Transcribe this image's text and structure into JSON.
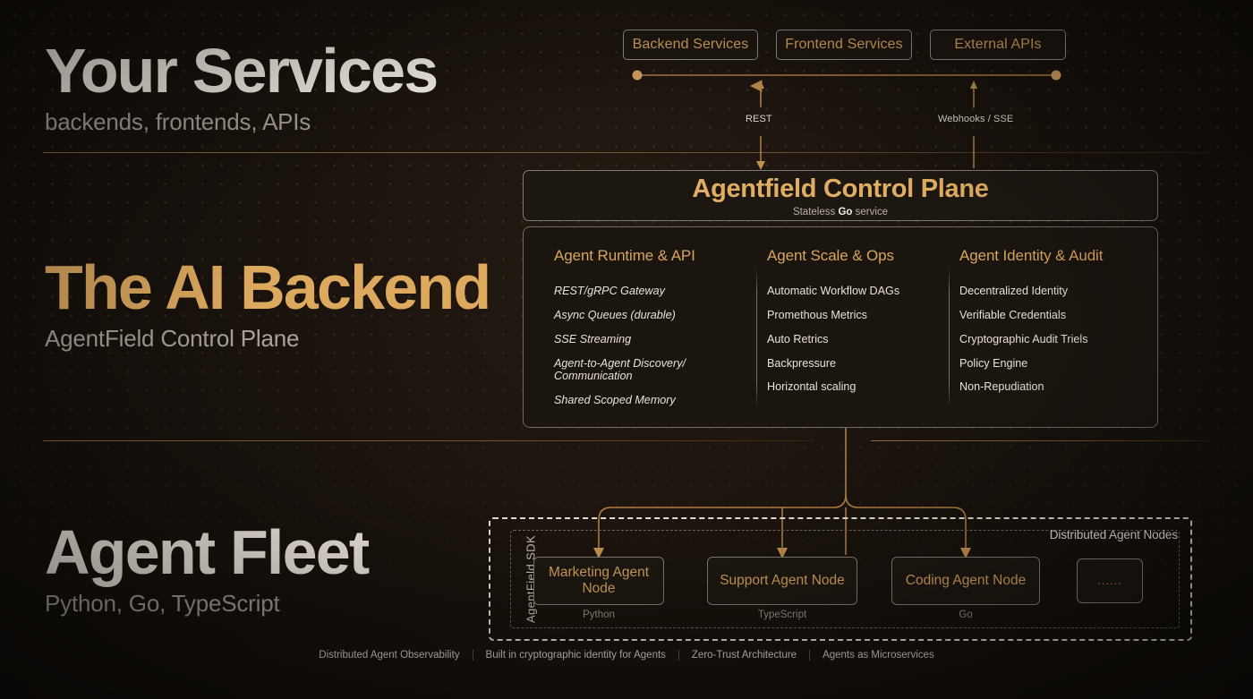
{
  "theme": {
    "bg": "#18120d",
    "gold": "#d8a45f",
    "gold_bright": "#dda95f",
    "cream": "#f5efe6",
    "muted": "#a9a29a",
    "wire": "#c08f52"
  },
  "sections": [
    {
      "title": "Your Services",
      "subtitle": "backends, frontends, APIs"
    },
    {
      "title": "The AI Backend",
      "subtitle": "AgentField Control Plane"
    },
    {
      "title": "Agent Fleet",
      "subtitle": "Python, Go, TypeScript"
    }
  ],
  "service_chips": [
    {
      "label": "Backend Services"
    },
    {
      "label": "Frontend Services"
    },
    {
      "label": "External APIs"
    }
  ],
  "connector_labels": {
    "rest": "REST",
    "webhooks": "Webhooks / SSE"
  },
  "control_plane": {
    "title": "Agentfield Control Plane",
    "note_prefix": "Stateless ",
    "note_strong": "Go",
    "note_suffix": " service",
    "columns": [
      {
        "heading": "Agent Runtime & API",
        "items": [
          "REST/gRPC Gateway",
          "Async Queues (durable)",
          "SSE Streaming",
          "Agent-to-Agent Discovery/ Communication",
          "Shared Scoped Memory"
        ]
      },
      {
        "heading": "Agent Scale & Ops",
        "items": [
          "Automatic Workflow DAGs",
          "Promethous Metrics",
          "Auto Retrics",
          "Backpressure",
          "Horizontal scaling"
        ]
      },
      {
        "heading": "Agent Identity & Audit",
        "items": [
          "Decentralized Identity",
          "Verifiable Credentials",
          "Cryptographic Audit Triels",
          "Policy Engine",
          "Non-Repudiation"
        ]
      }
    ]
  },
  "fleet": {
    "sdk_label": "AgentField SDK",
    "group_label": "Distributed Agent Nodes",
    "nodes": [
      {
        "label": "Marketing Agent Node",
        "lang": "Python"
      },
      {
        "label": "Support Agent Node",
        "lang": "TypeScript"
      },
      {
        "label": "Coding Agent Node",
        "lang": "Go"
      },
      {
        "label": "......",
        "lang": ""
      }
    ]
  },
  "footer": [
    "Distributed Agent Observability",
    "Built in cryptographic identity for Agents",
    "Zero-Trust Architecture",
    "Agents as Microservices"
  ]
}
